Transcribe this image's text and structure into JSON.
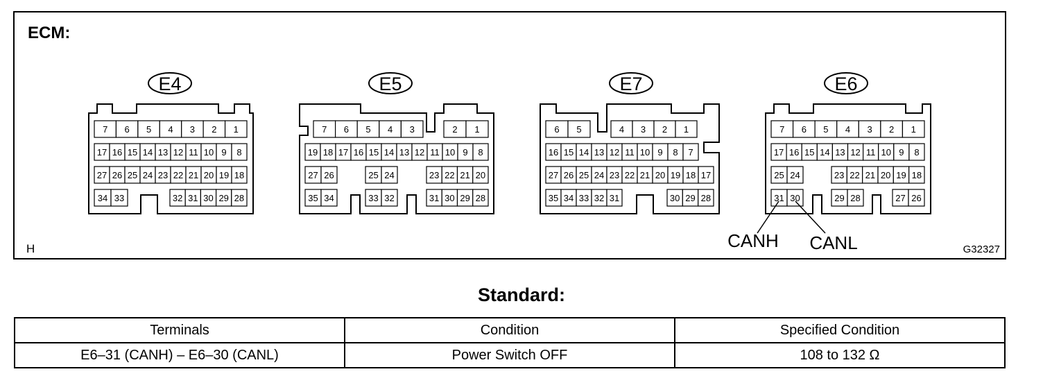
{
  "diagram": {
    "heading": "ECM:",
    "corner_label": "H",
    "figure_code": "G32327",
    "connectors": [
      {
        "name": "E4",
        "rows": [
          [
            "7",
            "6",
            "5",
            "4",
            "3",
            "2",
            "1"
          ],
          [
            "17",
            "16",
            "15",
            "14",
            "13",
            "12",
            "11",
            "10",
            "9",
            "8"
          ],
          [
            "27",
            "26",
            "25",
            "24",
            "23",
            "22",
            "21",
            "20",
            "19",
            "18"
          ],
          [
            "34",
            "33",
            "32",
            "31",
            "30",
            "29",
            "28"
          ]
        ]
      },
      {
        "name": "E5",
        "rows": [
          [
            "7",
            "6",
            "5",
            "4",
            "3",
            "2",
            "1"
          ],
          [
            "19",
            "18",
            "17",
            "16",
            "15",
            "14",
            "13",
            "12",
            "11",
            "10",
            "9",
            "8"
          ],
          [
            "27",
            "26",
            "25",
            "24",
            "23",
            "22",
            "21",
            "20"
          ],
          [
            "35",
            "34",
            "33",
            "32",
            "31",
            "30",
            "29",
            "28"
          ]
        ]
      },
      {
        "name": "E7",
        "rows": [
          [
            "6",
            "5",
            "4",
            "3",
            "2",
            "1"
          ],
          [
            "16",
            "15",
            "14",
            "13",
            "12",
            "11",
            "10",
            "9",
            "8",
            "7"
          ],
          [
            "27",
            "26",
            "25",
            "24",
            "23",
            "22",
            "21",
            "20",
            "19",
            "18",
            "17"
          ],
          [
            "35",
            "34",
            "33",
            "32",
            "31",
            "30",
            "29",
            "28"
          ]
        ]
      },
      {
        "name": "E6",
        "rows": [
          [
            "7",
            "6",
            "5",
            "4",
            "3",
            "2",
            "1"
          ],
          [
            "17",
            "16",
            "15",
            "14",
            "13",
            "12",
            "11",
            "10",
            "9",
            "8"
          ],
          [
            "25",
            "24",
            "23",
            "22",
            "21",
            "20",
            "19",
            "18"
          ],
          [
            "31",
            "30",
            "29",
            "28",
            "27",
            "26"
          ]
        ]
      }
    ],
    "callouts": [
      {
        "label": "CANH",
        "pin": "31"
      },
      {
        "label": "CANL",
        "pin": "30"
      }
    ]
  },
  "standard": {
    "title": "Standard:",
    "headers": [
      "Terminals",
      "Condition",
      "Specified Condition"
    ],
    "rows": [
      [
        "E6–31 (CANH) – E6–30 (CANL)",
        "Power Switch OFF",
        "108 to 132 Ω"
      ]
    ]
  }
}
